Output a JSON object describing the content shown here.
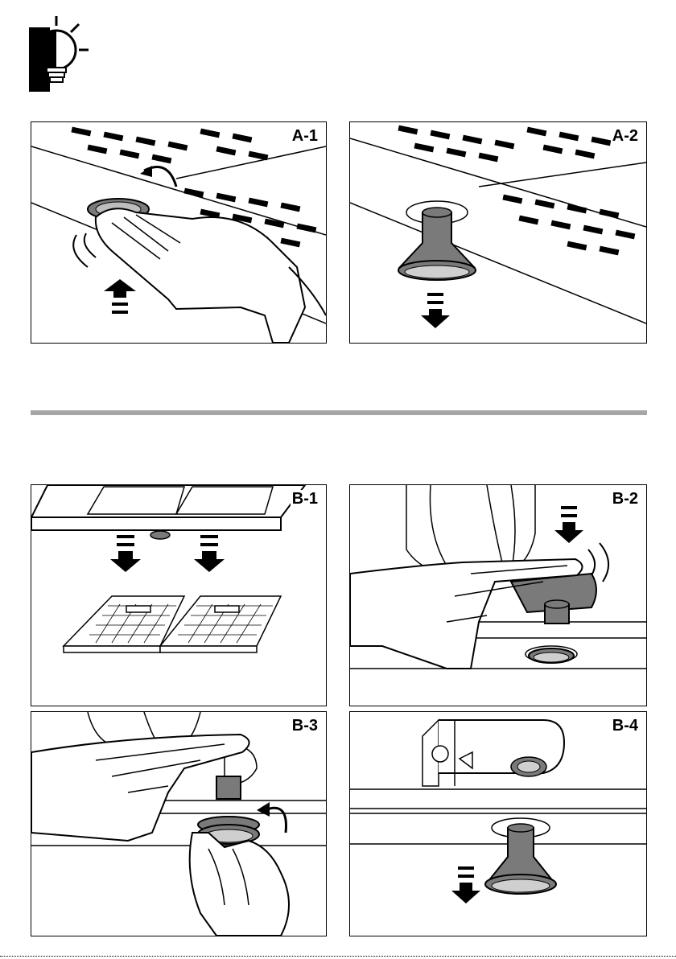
{
  "panels": {
    "a1": {
      "label": "A-1"
    },
    "a2": {
      "label": "A-2"
    },
    "b1": {
      "label": "B-1"
    },
    "b2": {
      "label": "B-2"
    },
    "b3": {
      "label": "B-3"
    },
    "b4": {
      "label": "B-4"
    }
  },
  "icons": {
    "header": "lightbulb-icon",
    "arrow_up": "arrow-up-icon",
    "arrow_down": "arrow-down-icon",
    "rotate": "rotate-arrow-icon"
  },
  "colors": {
    "line": "#000000",
    "divider": "#a6a6a6",
    "lamp_gray": "#7a7a7a",
    "background": "#ffffff"
  }
}
